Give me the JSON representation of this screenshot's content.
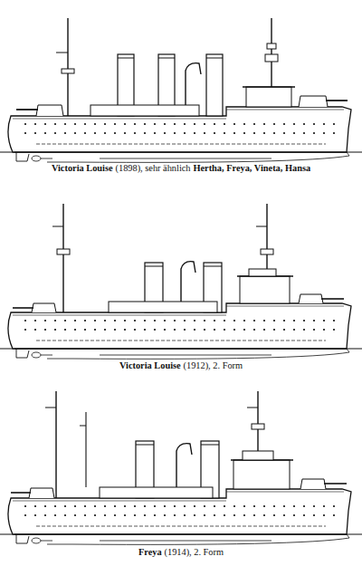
{
  "diagram": {
    "labels": [
      "Victoria Louise",
      "(1898), sehr ähnlich",
      "Hertha, Freya, Vineta, Hansa",
      "Victoria Louise",
      "(1912), 2. Form",
      "Freya",
      "(1914), 2. Form"
    ]
  }
}
